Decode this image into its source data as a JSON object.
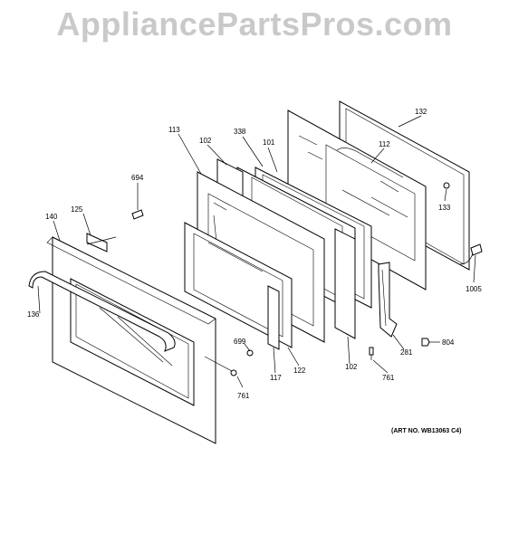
{
  "watermark": "AppliancePartsPros.com",
  "art_number": "(ART NO. WB13063 C4)",
  "callouts": {
    "c132": "132",
    "c112": "112",
    "c133": "133",
    "c1005": "1005",
    "c338": "338",
    "c101": "101",
    "c113": "113",
    "c102a": "102",
    "c694": "694",
    "c125": "125",
    "c140": "140",
    "c136": "136",
    "c699": "699",
    "c117": "117",
    "c122": "122",
    "c102b": "102",
    "c761a": "761",
    "c761b": "761",
    "c281": "281",
    "c804": "804"
  }
}
